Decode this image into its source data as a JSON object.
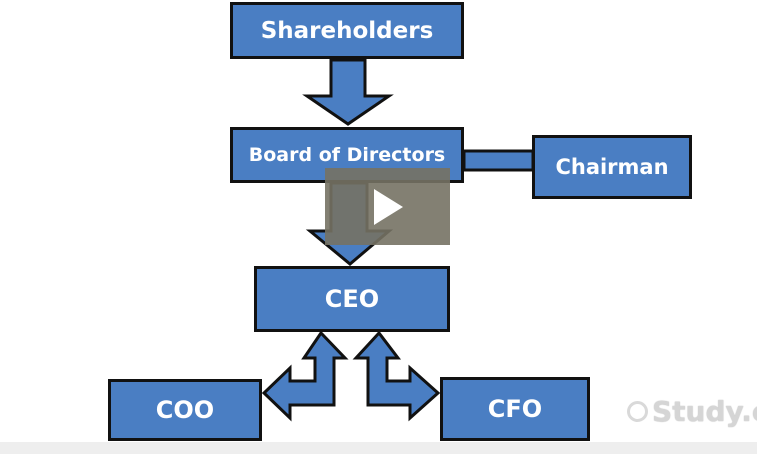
{
  "org_chart": {
    "nodes": {
      "shareholders": "Shareholders",
      "board": "Board of Directors",
      "chairman": "Chairman",
      "ceo": "CEO",
      "coo": "COO",
      "cfo": "CFO"
    },
    "connections": [
      {
        "from": "Shareholders",
        "to": "Board of Directors",
        "style": "arrow-down"
      },
      {
        "from": "Board of Directors",
        "to": "Chairman",
        "style": "connector-bar"
      },
      {
        "from": "Board of Directors",
        "to": "CEO",
        "style": "arrow-down"
      },
      {
        "from": "CEO",
        "to": "COO",
        "style": "bent-double-arrow"
      },
      {
        "from": "CEO",
        "to": "CFO",
        "style": "bent-double-arrow"
      }
    ]
  },
  "video": {
    "play_button_icon": "play-icon"
  },
  "watermark": {
    "text": "Study.c",
    "icon": "study-logo-icon"
  },
  "colors": {
    "box_fill": "#4a7ec3",
    "outline": "#111111",
    "text": "#ffffff",
    "play_overlay": "#767264",
    "watermark": "#d7d7d7"
  }
}
